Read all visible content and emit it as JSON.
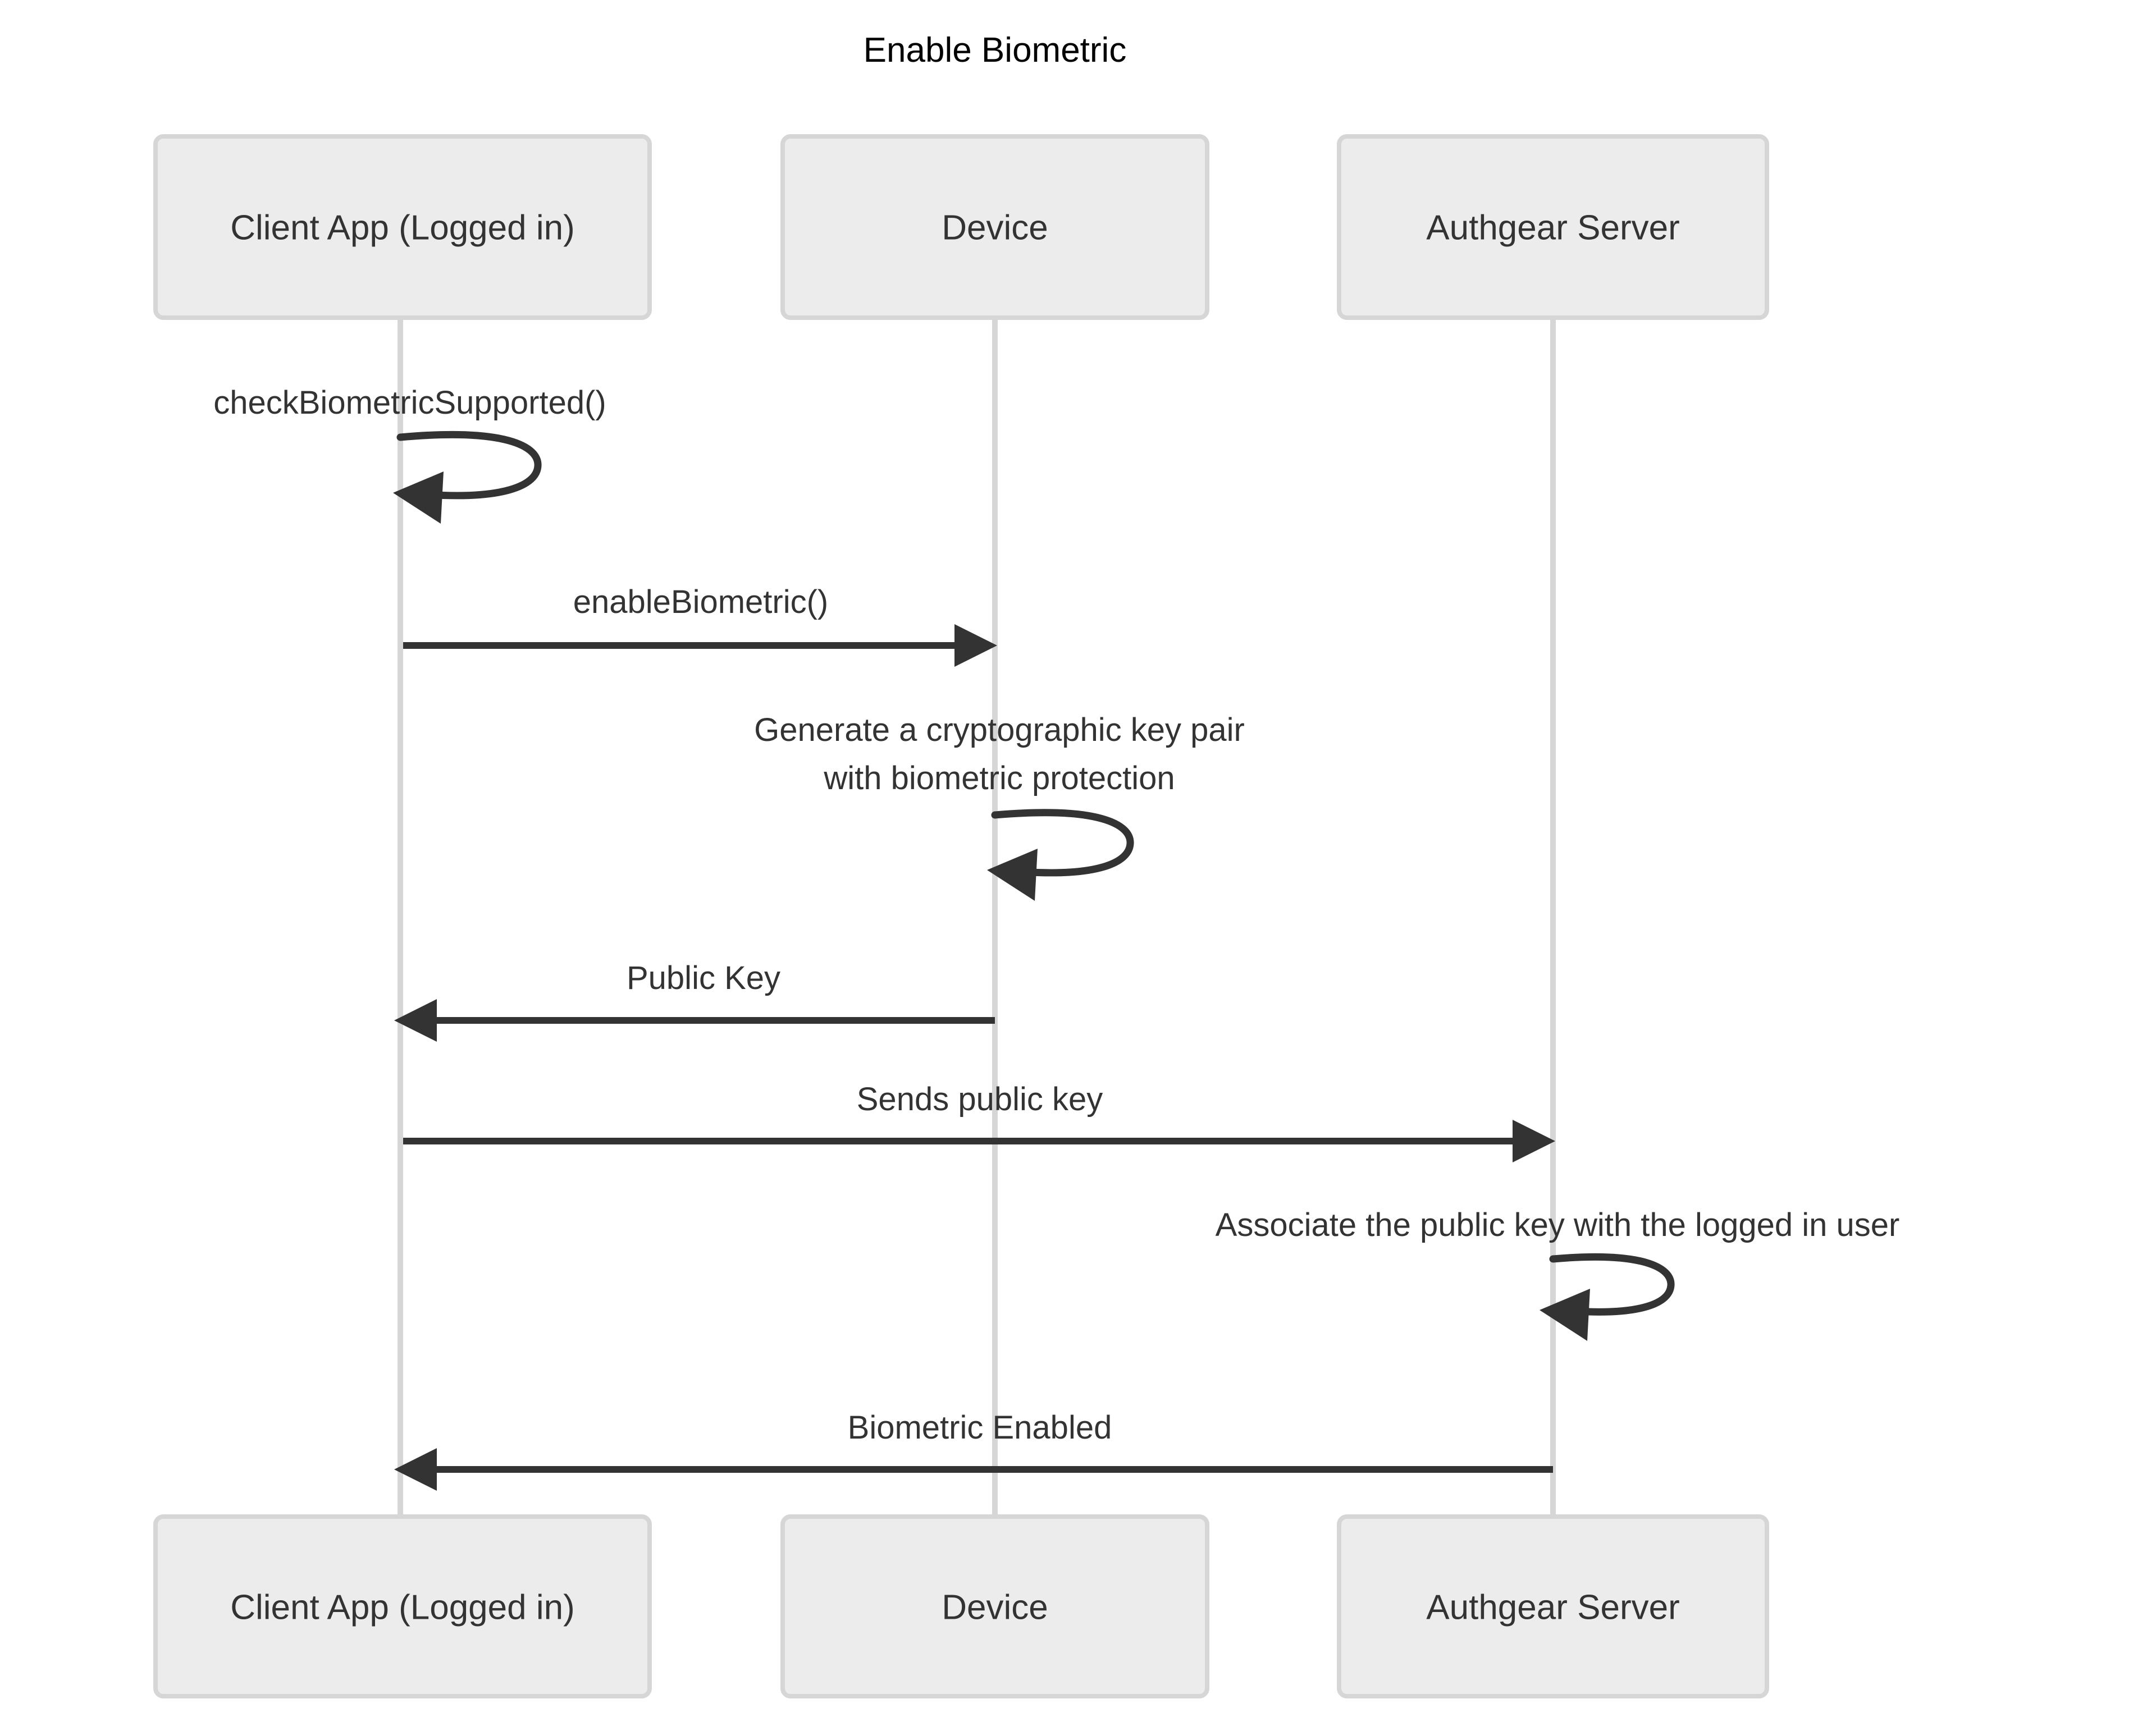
{
  "diagram": {
    "type": "sequence-diagram",
    "title": "Enable Biometric",
    "background_color": "#ffffff",
    "actor_box_fill": "#ECECEC",
    "actor_box_stroke": "#D6D6D6",
    "lifeline_color": "#D6D6D6",
    "line_color": "#333333",
    "participants": [
      {
        "id": "client",
        "label": "Client App (Logged in)"
      },
      {
        "id": "device",
        "label": "Device"
      },
      {
        "id": "server",
        "label": "Authgear Server"
      }
    ],
    "participants_bottom": [
      {
        "id": "client",
        "label": "Client App (Logged in)"
      },
      {
        "id": "device",
        "label": "Device"
      },
      {
        "id": "server",
        "label": "Authgear Server"
      }
    ],
    "messages": [
      {
        "index": 1,
        "label": "checkBiometricSupported()",
        "from": "client",
        "to": "client",
        "kind": "self-loop",
        "direction": "self"
      },
      {
        "index": 2,
        "label": "enableBiometric()",
        "from": "client",
        "to": "device",
        "kind": "arrow",
        "direction": "right"
      },
      {
        "index": 3,
        "label": "Generate a cryptographic key pair\nwith biometric protection",
        "label_line1": "Generate a cryptographic key pair",
        "label_line2": "with biometric protection",
        "from": "device",
        "to": "device",
        "kind": "self-loop",
        "direction": "self"
      },
      {
        "index": 4,
        "label": "Public Key",
        "from": "device",
        "to": "client",
        "kind": "arrow",
        "direction": "left"
      },
      {
        "index": 5,
        "label": "Sends public key",
        "from": "client",
        "to": "server",
        "kind": "arrow",
        "direction": "right"
      },
      {
        "index": 6,
        "label": "Associate the public key with the logged in user",
        "from": "server",
        "to": "server",
        "kind": "self-loop",
        "direction": "self"
      },
      {
        "index": 7,
        "label": "Biometric Enabled",
        "from": "server",
        "to": "client",
        "kind": "arrow",
        "direction": "left"
      }
    ]
  }
}
